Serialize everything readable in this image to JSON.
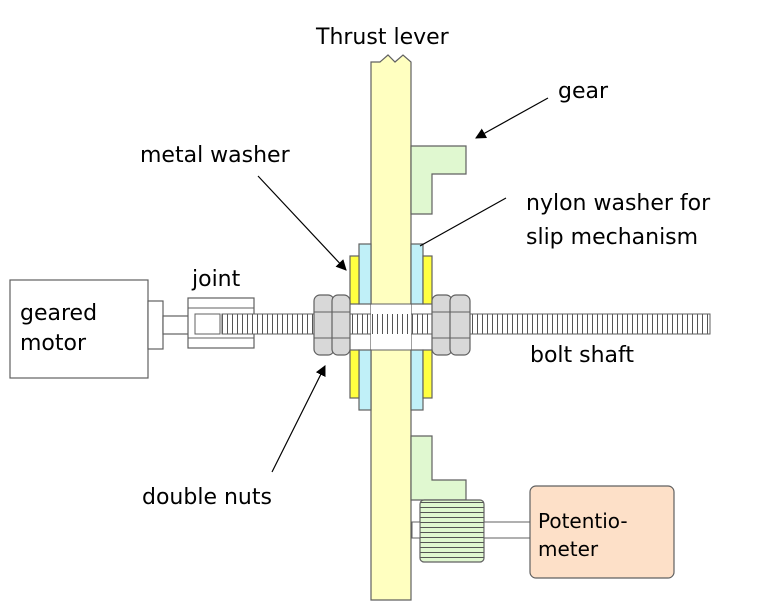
{
  "labels": {
    "thrust_lever": "Thrust lever",
    "gear": "gear",
    "metal_washer": "metal washer",
    "nylon_washer_line1": "nylon washer for",
    "nylon_washer_line2": "slip mechanism",
    "joint": "joint",
    "geared_motor_line1": "geared",
    "geared_motor_line2": "motor",
    "bolt_shaft": "bolt shaft",
    "double_nuts": "double nuts",
    "potentiometer_line1": "Potentio-",
    "potentiometer_line2": "meter"
  },
  "colors": {
    "lever": "#ffffc0",
    "gear": "#e0f8d0",
    "metal_washer": "#ffff40",
    "nylon_washer": "#c0f0f8",
    "nut": "#d8d8d8",
    "potentiometer": "#fde0c8",
    "outline": "#606060"
  }
}
